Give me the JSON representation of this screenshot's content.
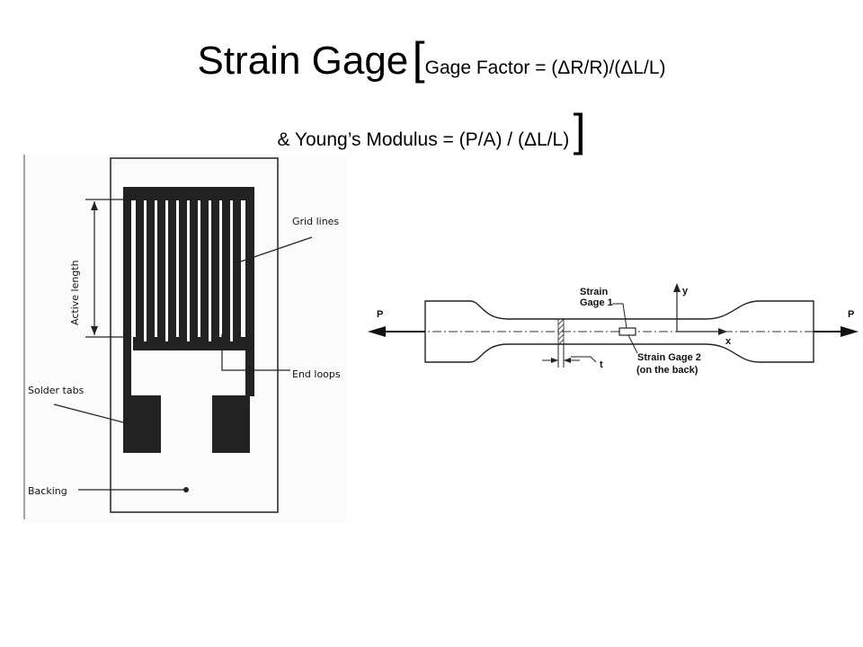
{
  "title": {
    "main": "Strain Gage",
    "bracket_open": "[",
    "formula1": "Gage Factor = (ΔR/R)/(ΔL/L)",
    "formula2": "& Young’s Modulus = (P/A) / (ΔL/L)",
    "bracket_close": "]"
  },
  "gage_diagram": {
    "labels": {
      "grid_lines": "Grid lines",
      "active_length": "Active length",
      "end_loops": "End loops",
      "solder_tabs": "Solder tabs",
      "backing": "Backing"
    }
  },
  "specimen_diagram": {
    "labels": {
      "load_left": "P",
      "load_right": "P",
      "strain_gage_1": "Strain\nGage 1",
      "strain_gage_2": "Strain Gage 2",
      "on_the_back": "(on the back)",
      "thickness": "t",
      "y_axis": "y",
      "x_axis": "x"
    }
  }
}
